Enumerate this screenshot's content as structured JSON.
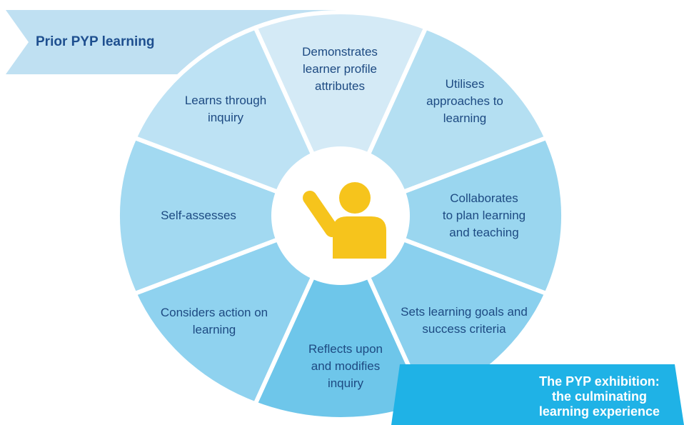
{
  "banners": {
    "prior": "Prior PYP learning",
    "exhibition": "The PYP exhibition:\nthe culminating\nlearning experience"
  },
  "segments": [
    {
      "label": "Demonstrates\nlearner profile\nattributes",
      "color": "#d4eaf6"
    },
    {
      "label": "Utilises\napproaches to\nlearning",
      "color": "#b4dff2"
    },
    {
      "label": "Collaborates\nto plan learning\nand teaching",
      "color": "#9ad6ef"
    },
    {
      "label": "Sets learning goals and\nsuccess criteria",
      "color": "#8ad0ee"
    },
    {
      "label": "Reflects upon\nand modifies\ninquiry",
      "color": "#6ec6ea"
    },
    {
      "label": "Considers action on\nlearning",
      "color": "#8fd2ef"
    },
    {
      "label": "Self-assesses",
      "color": "#a2d9f1"
    },
    {
      "label": "Learns through\ninquiry",
      "color": "#bde2f4"
    }
  ],
  "colors": {
    "prior_banner": "#bfe0f2",
    "exhibition_banner": "#1fb2e6",
    "icon": "#f6c41c",
    "center": "#ffffff"
  },
  "center_icon": "learner-raising-hand-icon"
}
